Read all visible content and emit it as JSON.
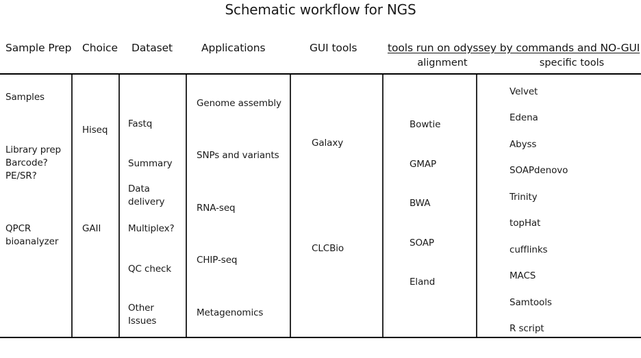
{
  "title": "Schematic workflow for NGS",
  "headers": {
    "sample_prep": "Sample Prep",
    "choice": "Choice",
    "dataset": "Dataset",
    "applications": "Applications",
    "gui_tools": "GUI tools",
    "odyssey_banner": "tools run on odyssey by commands and NO-GUI",
    "alignment": "alignment",
    "specific_tools": "specific tools"
  },
  "columns": {
    "sample_prep": [
      "Samples",
      "Library prep\nBarcode?\nPE/SR?",
      "QPCR\nbioanalyzer"
    ],
    "choice": [
      "Hiseq",
      "GAII"
    ],
    "dataset": [
      "Fastq",
      "Summary",
      "Data\ndelivery",
      "Multiplex?",
      "QC check",
      "Other\nIssues"
    ],
    "applications": [
      "Genome assembly",
      "SNPs and variants",
      "RNA-seq",
      "CHIP-seq",
      "Metagenomics"
    ],
    "gui_tools": [
      "Galaxy",
      "CLCBio"
    ],
    "alignment": [
      "Bowtie",
      "GMAP",
      "BWA",
      "SOAP",
      "Eland"
    ],
    "specific_tools": [
      "Velvet",
      "Edena",
      "Abyss",
      "SOAPdenovo",
      "Trinity",
      "topHat",
      "cufflinks",
      "MACS",
      "Samtools",
      "R script"
    ]
  }
}
